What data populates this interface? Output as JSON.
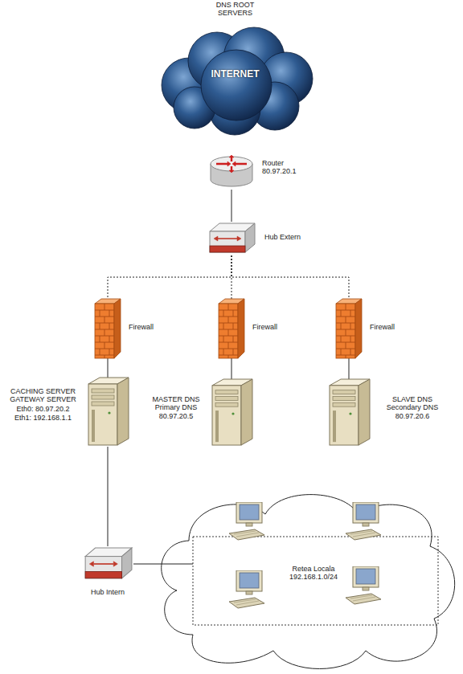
{
  "diagram": {
    "nodes": [
      {
        "text": [
          "DNS ROOT SERVERS",
          "INTERNET"
        ]
      },
      {
        "text": [
          "Router 80.97.20.1"
        ]
      },
      {
        "text": [
          "Hub Extern"
        ]
      },
      {
        "text": [
          "Firewall"
        ]
      },
      {
        "text": [
          "Firewall"
        ]
      },
      {
        "text": [
          "Firewall"
        ]
      },
      {
        "text": [
          "CACHING SERVER GATEWAY SERVER",
          "Eth0: 80.97.20.2",
          "Eth1: 192.168.1.1"
        ]
      },
      {
        "text": [
          "MASTER DNS Primary DNS 80.97.20.5"
        ]
      },
      {
        "text": [
          "SLAVE DNS Secondary DNS 80.97.20.6"
        ]
      },
      {
        "text": [
          "Hub Intern"
        ]
      },
      {
        "text": [
          "Retea Locala 192.168.1.0/24"
        ]
      }
    ],
    "edges": [
      {
        "from": 1,
        "to": 2,
        "arrow": "none"
      },
      {
        "from": 2,
        "to": 3,
        "arrow": "none"
      },
      {
        "from": 2,
        "to": 4,
        "arrow": "none"
      },
      {
        "from": 2,
        "to": 5,
        "arrow": "none"
      },
      {
        "from": 3,
        "to": 6,
        "arrow": "none"
      },
      {
        "from": 4,
        "to": 7,
        "arrow": "none"
      },
      {
        "from": 5,
        "to": 8,
        "arrow": "none"
      },
      {
        "from": 6,
        "to": 9,
        "arrow": "none"
      },
      {
        "from": 9,
        "to": 10,
        "arrow": "none"
      }
    ]
  }
}
